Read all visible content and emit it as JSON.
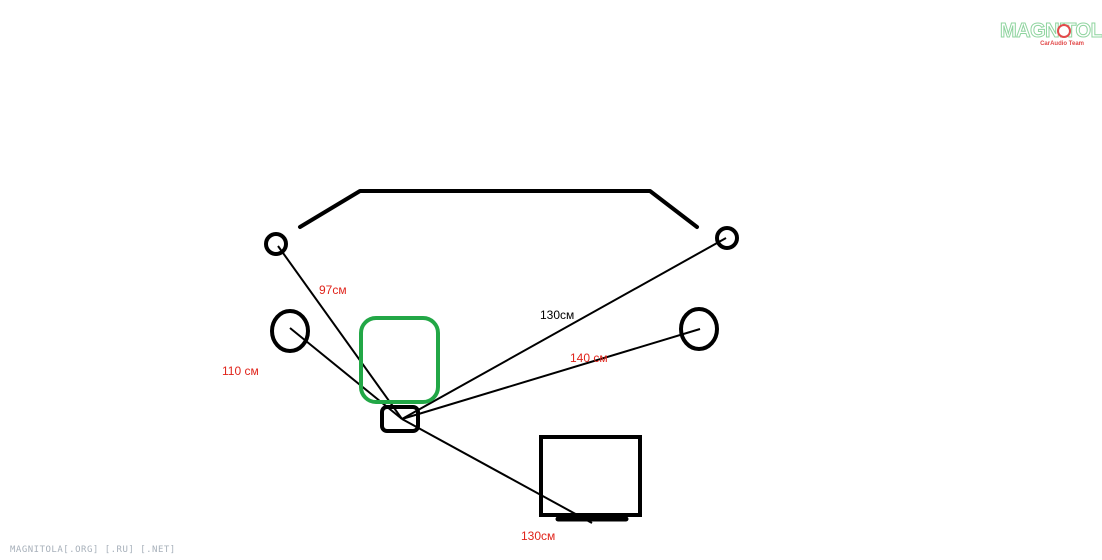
{
  "diagram": {
    "measurements": {
      "front_left_tweeter": "97см",
      "front_left_midbass": "110 см",
      "front_right_tweeter": "130см",
      "front_right_midbass": "140 см",
      "rear_subwoofer": "130см"
    },
    "colors": {
      "outline": "#000000",
      "seat": "#22a746",
      "label_red": "#e0241b",
      "label_black": "#000000"
    }
  },
  "logo": {
    "main": "MAGNITOLA",
    "sub": "CarAudio Team"
  },
  "watermark": "MAGNITOLA[.ORG] [.RU] [.NET]"
}
